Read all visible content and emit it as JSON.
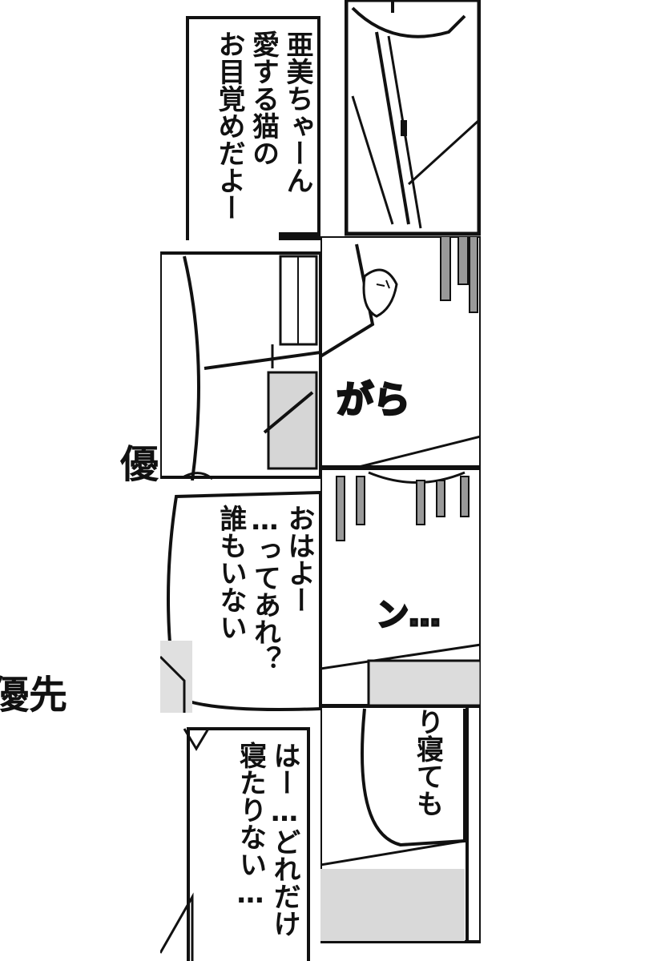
{
  "margin_text": {
    "left_top": "優",
    "left_bottom": "優先"
  },
  "panels": {
    "p1": {
      "lines": [
        "亜美ちゃーん",
        "愛する猫の",
        "お目覚めだよー"
      ]
    },
    "p3": {
      "lines": [
        "おはよー",
        "…ってあれ？",
        "誰もいない"
      ]
    },
    "p5": {
      "lines": [
        "はー…どれだけ",
        "寝たりない…"
      ]
    },
    "p6": {
      "lines": [
        "り寝ても"
      ]
    }
  },
  "sfx": {
    "gara": "がら",
    "n_dots": "ン…"
  },
  "colors": {
    "ink": "#111111",
    "paper": "#ffffff",
    "screentone": "#bdbdbd"
  }
}
